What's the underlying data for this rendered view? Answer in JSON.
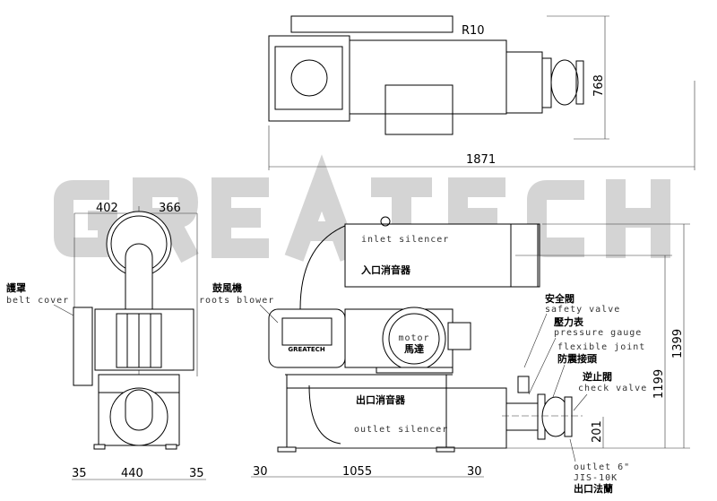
{
  "watermark": "GREATECH",
  "top_view": {
    "dim_length": "1871",
    "dim_width": "768",
    "radius": "R10"
  },
  "side_view": {
    "dim_left": "402",
    "dim_right": "366",
    "dim_bottom": [
      "35",
      "440",
      "35"
    ],
    "belt_cover_zh": "護罩",
    "belt_cover_en": "belt cover"
  },
  "front_view": {
    "roots_blower_zh": "鼓風機",
    "roots_blower_en": "roots blower",
    "blower_brand": "GREATECH",
    "inlet_silencer_en": "inlet silencer",
    "inlet_silencer_zh": "入口消音器",
    "motor_en": "motor",
    "motor_zh": "馬達",
    "outlet_silencer_zh": "出口消音器",
    "outlet_silencer_en": "outlet silencer",
    "safety_valve_zh": "安全閥",
    "safety_valve_en": "safety valve",
    "pressure_gauge_zh": "壓力表",
    "pressure_gauge_en": "pressure gauge",
    "flexible_joint_en": "flexible joint",
    "flexible_joint_zh": "防震接頭",
    "check_valve_zh": "逆止閥",
    "check_valve_en": "check valve",
    "outlet_en": "outlet 6\"",
    "outlet_std": "JIS-10K",
    "outlet_zh": "出口法蘭",
    "dim_height_1": "1199",
    "dim_height_2": "1399",
    "dim_outlet": "201",
    "dim_bottom": [
      "30",
      "1055",
      "30"
    ]
  }
}
